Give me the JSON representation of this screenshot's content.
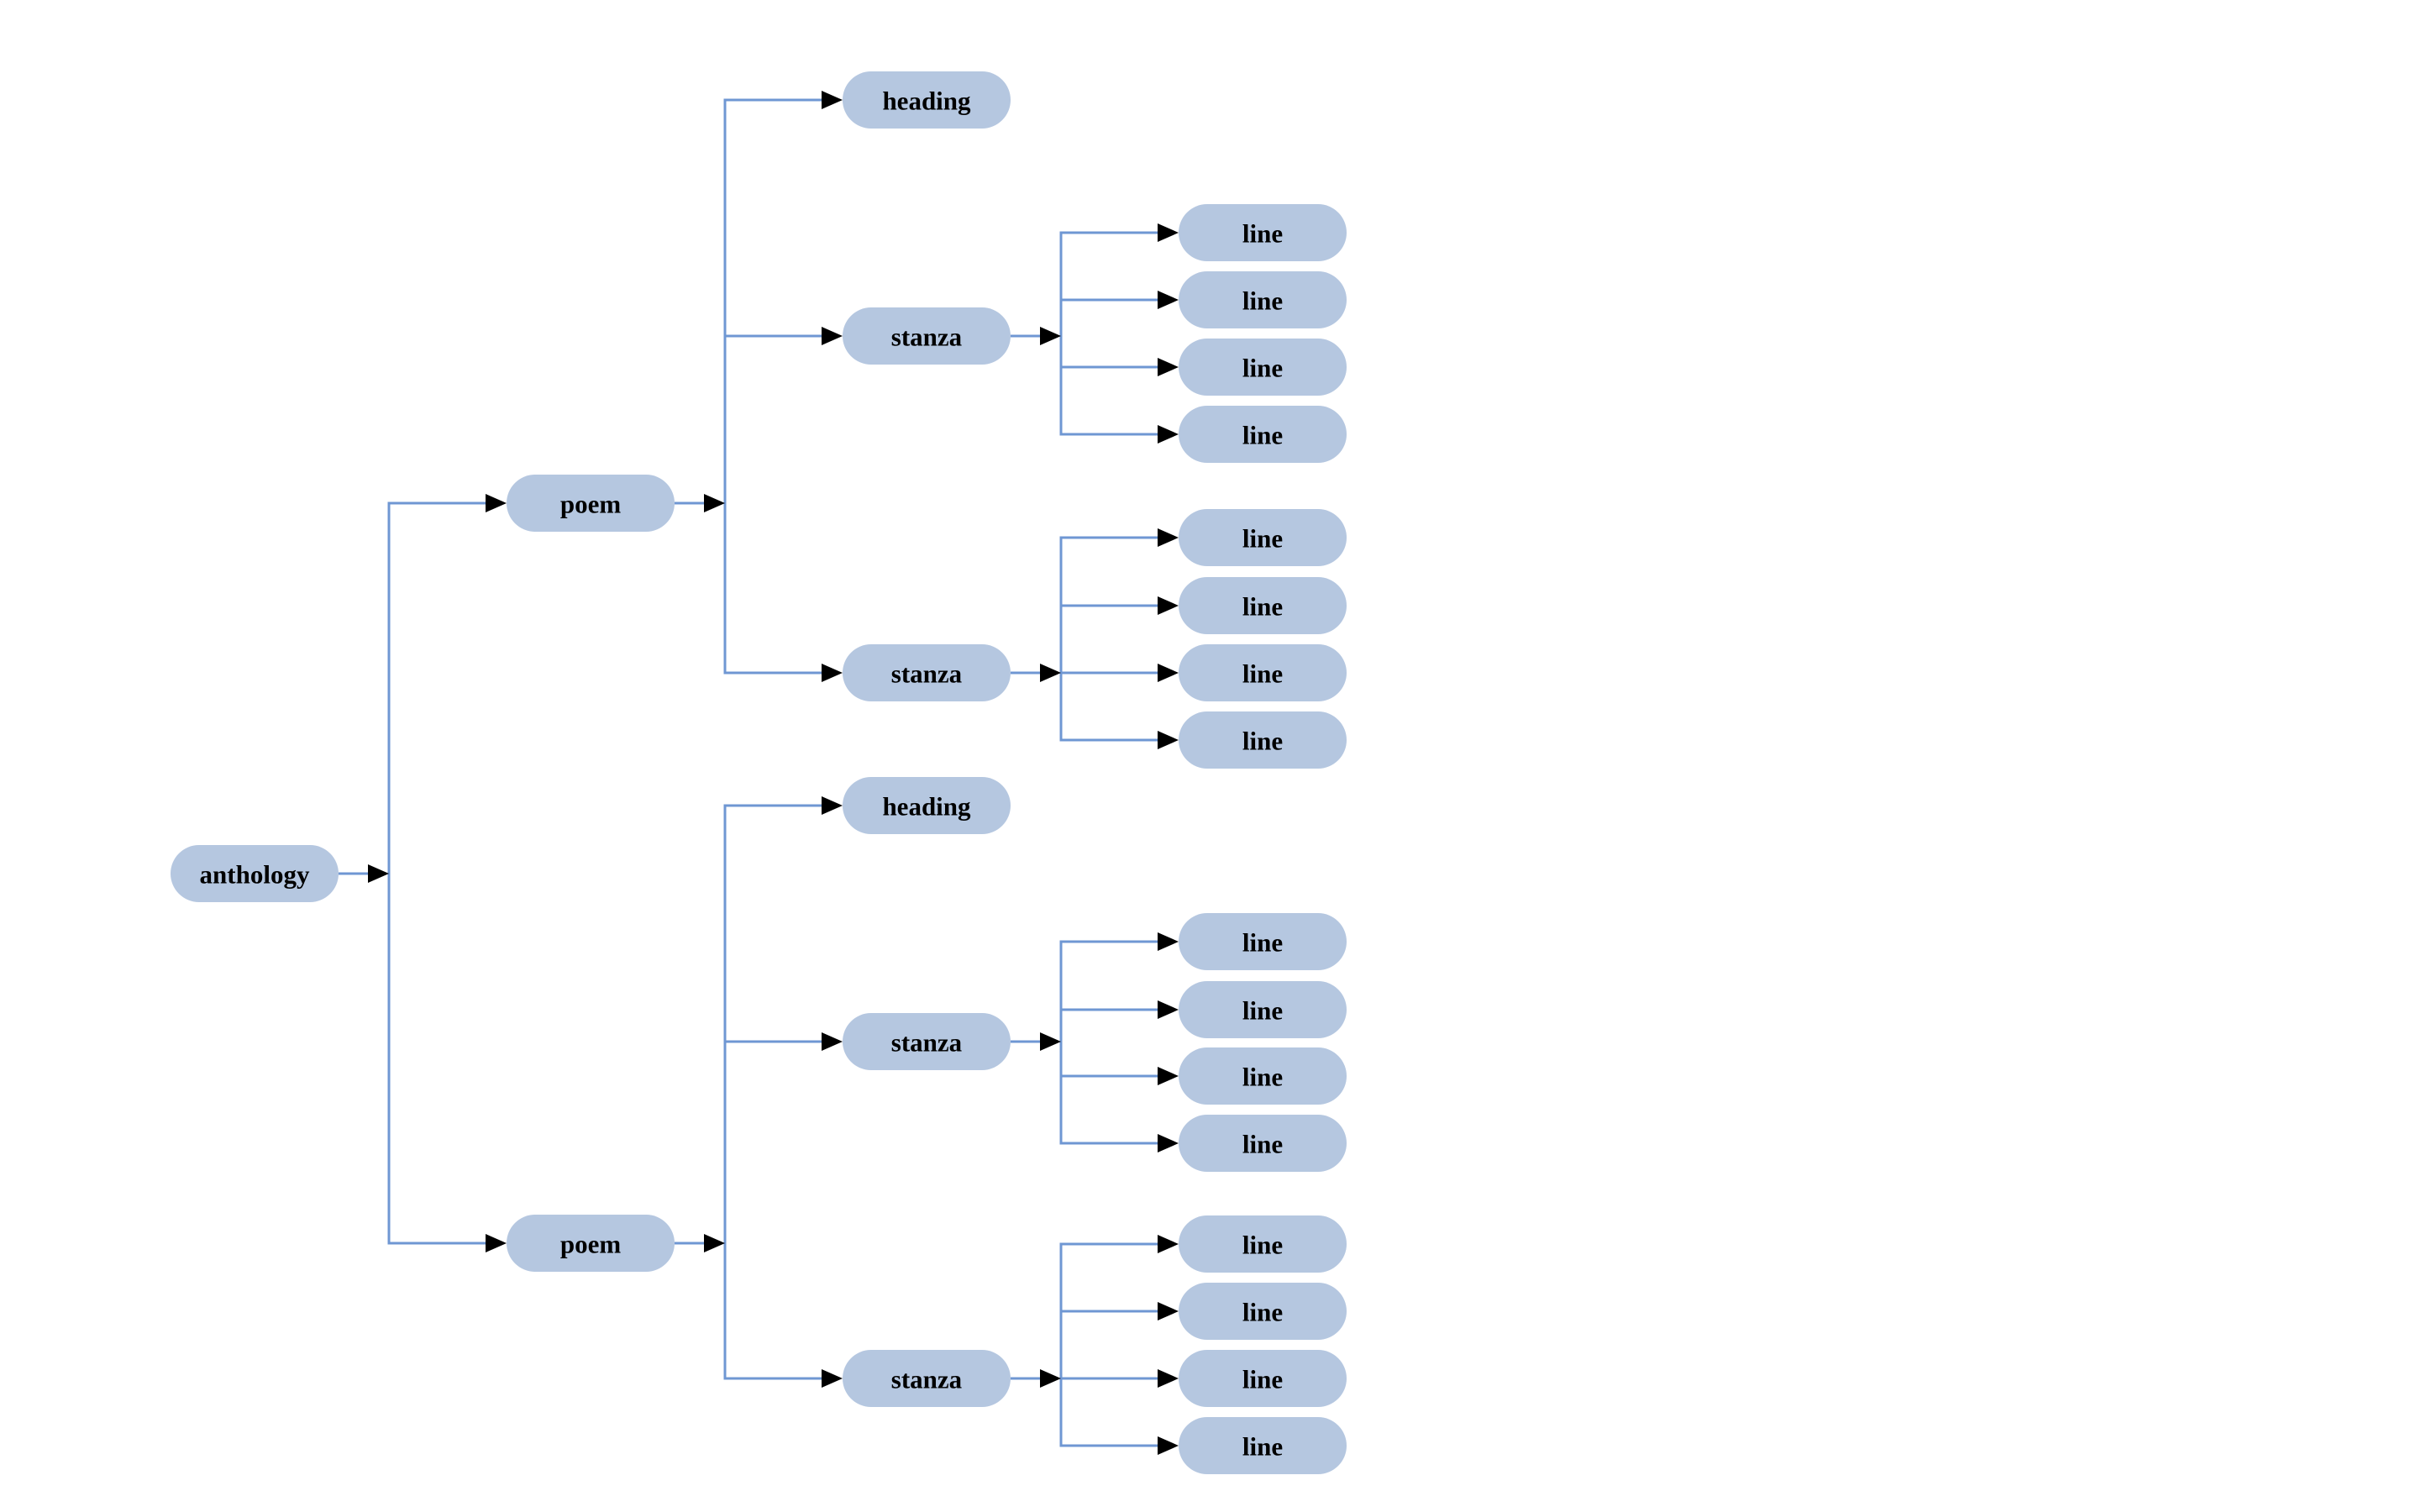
{
  "diagram": {
    "type": "tree",
    "orientation": "left-to-right",
    "colors": {
      "background": "#ffffff",
      "node_fill": "#b5c7e0",
      "edge": "#6f97d3",
      "arrowhead": "#000000",
      "label_text": "#000000"
    },
    "root": {
      "id": "anthology",
      "label": "anthology",
      "children": [
        {
          "id": "poem-1",
          "label": "poem",
          "children": [
            {
              "id": "heading-1",
              "label": "heading",
              "children": []
            },
            {
              "id": "stanza-1",
              "label": "stanza",
              "children": [
                {
                  "id": "line-1-1",
                  "label": "line",
                  "children": []
                },
                {
                  "id": "line-1-2",
                  "label": "line",
                  "children": []
                },
                {
                  "id": "line-1-3",
                  "label": "line",
                  "children": []
                },
                {
                  "id": "line-1-4",
                  "label": "line",
                  "children": []
                }
              ]
            },
            {
              "id": "stanza-2",
              "label": "stanza",
              "children": [
                {
                  "id": "line-2-1",
                  "label": "line",
                  "children": []
                },
                {
                  "id": "line-2-2",
                  "label": "line",
                  "children": []
                },
                {
                  "id": "line-2-3",
                  "label": "line",
                  "children": []
                },
                {
                  "id": "line-2-4",
                  "label": "line",
                  "children": []
                }
              ]
            }
          ]
        },
        {
          "id": "poem-2",
          "label": "poem",
          "children": [
            {
              "id": "heading-2",
              "label": "heading",
              "children": []
            },
            {
              "id": "stanza-3",
              "label": "stanza",
              "children": [
                {
                  "id": "line-3-1",
                  "label": "line",
                  "children": []
                },
                {
                  "id": "line-3-2",
                  "label": "line",
                  "children": []
                },
                {
                  "id": "line-3-3",
                  "label": "line",
                  "children": []
                },
                {
                  "id": "line-3-4",
                  "label": "line",
                  "children": []
                }
              ]
            },
            {
              "id": "stanza-4",
              "label": "stanza",
              "children": [
                {
                  "id": "line-4-1",
                  "label": "line",
                  "children": []
                },
                {
                  "id": "line-4-2",
                  "label": "line",
                  "children": []
                },
                {
                  "id": "line-4-3",
                  "label": "line",
                  "children": []
                },
                {
                  "id": "line-4-4",
                  "label": "line",
                  "children": []
                }
              ]
            }
          ]
        }
      ]
    }
  }
}
